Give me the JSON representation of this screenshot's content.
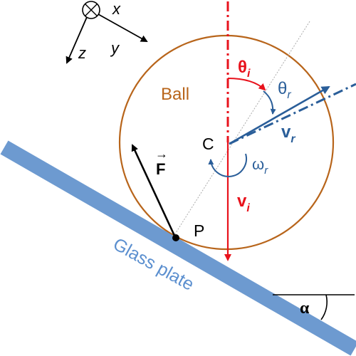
{
  "labels": {
    "ball": "Ball",
    "glass_plate": "Glass plate",
    "center": "C",
    "contact_point": "P",
    "alpha": "α",
    "axis_x": "x",
    "axis_y": "y",
    "axis_z": "z",
    "theta_i": {
      "symbol": "θ",
      "sub": "i"
    },
    "theta_r": {
      "symbol": "θ",
      "sub": "r"
    },
    "v_i": {
      "symbol": "v",
      "sub": "i"
    },
    "v_r": {
      "symbol": "v",
      "sub": "r"
    },
    "omega_r": {
      "symbol": "ω",
      "sub": "r"
    },
    "force": {
      "symbol": "F",
      "arrow": "→"
    }
  },
  "colors": {
    "ball_outline": "#b8651b",
    "ball_label": "#b8651b",
    "plate": "#6d9ad0",
    "plate_label": "#5b8fcf",
    "incident": "#e8121c",
    "rebound": "#2a5e99",
    "force": "#000000",
    "guide_line": "#aaaaaa"
  },
  "icons": {
    "axis_out_of_page": "circle-cross-icon",
    "contact_marker": "dot-icon"
  }
}
